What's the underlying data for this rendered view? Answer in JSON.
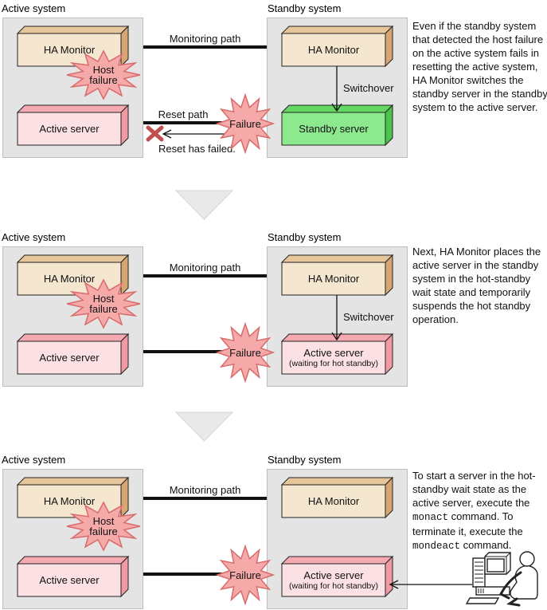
{
  "colors": {
    "panel_fill": "#e4e4e4",
    "tan_face": "#f5e7cf",
    "tan_top": "#e7c69c",
    "tan_side": "#d7a672",
    "pink_face": "#fce1e4",
    "pink_top": "#f5a9b0",
    "pink_side": "#f29aa3",
    "green_face": "#8de98d",
    "green_top": "#62d862",
    "green_side": "#4cc34c",
    "burst_fill": "#f5a9a9",
    "burst_stroke": "#d96b6b",
    "x_mark": "#c0504d"
  },
  "panels": [
    {
      "active_system_title": "Active system",
      "standby_system_title": "Standby system",
      "active_ha_label": "HA Monitor",
      "active_server_label": "Active server",
      "standby_ha_label": "HA Monitor",
      "standby_server_label": "Standby server",
      "monitoring_path_label": "Monitoring path",
      "reset_path_label": "Reset path",
      "reset_failed_label": "Reset has failed.",
      "switchover_label": "Switchover",
      "host_failure_line1": "Host",
      "host_failure_line2": "failure",
      "failure_label": "Failure",
      "description": [
        {
          "t": "Even if the standby system that detected the host failure on the active system fails in resetting the active system, HA Monitor switches the standby server in the standby system to the active server."
        }
      ]
    },
    {
      "active_system_title": "Active system",
      "standby_system_title": "Standby system",
      "active_ha_label": "HA Monitor",
      "active_server_label": "Active server",
      "standby_ha_label": "HA Monitor",
      "standby_server_label": "Active server",
      "standby_server_sublabel": "(waiting for hot standby)",
      "monitoring_path_label": "Monitoring path",
      "switchover_label": "Switchover",
      "host_failure_line1": "Host",
      "host_failure_line2": "failure",
      "failure_label": "Failure",
      "description": [
        {
          "t": "Next, HA Monitor places the active server in the standby system in the hot-standby wait state and temporarily suspends the hot standby operation."
        }
      ]
    },
    {
      "active_system_title": "Active system",
      "standby_system_title": "Standby system",
      "active_ha_label": "HA Monitor",
      "active_server_label": "Active server",
      "standby_ha_label": "HA Monitor",
      "standby_server_label": "Active server",
      "standby_server_sublabel": "(waiting for hot standby)",
      "monitoring_path_label": "Monitoring path",
      "host_failure_line1": "Host",
      "host_failure_line2": "failure",
      "failure_label": "Failure",
      "description": [
        {
          "t": "To start a server in the hot-standby wait state as the active server, execute the "
        },
        {
          "t": "monact",
          "mono": true
        },
        {
          "t": " command. To terminate it, execute the "
        },
        {
          "t": "mondeact",
          "mono": true
        },
        {
          "t": " command."
        }
      ]
    }
  ]
}
